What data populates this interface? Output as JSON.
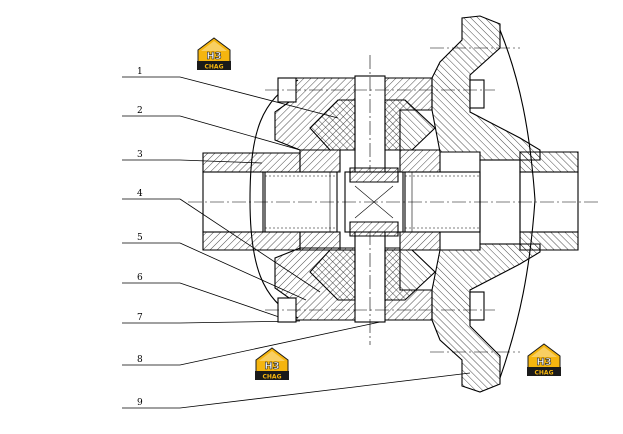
{
  "callouts": [
    "1",
    "2",
    "3",
    "4",
    "5",
    "6",
    "7",
    "8",
    "9"
  ],
  "logo": {
    "big": "H3",
    "small": "CHAG"
  },
  "colors": {
    "accent": "#f5b50f",
    "ink": "#000000",
    "logo_dark": "#1a1a1a"
  }
}
